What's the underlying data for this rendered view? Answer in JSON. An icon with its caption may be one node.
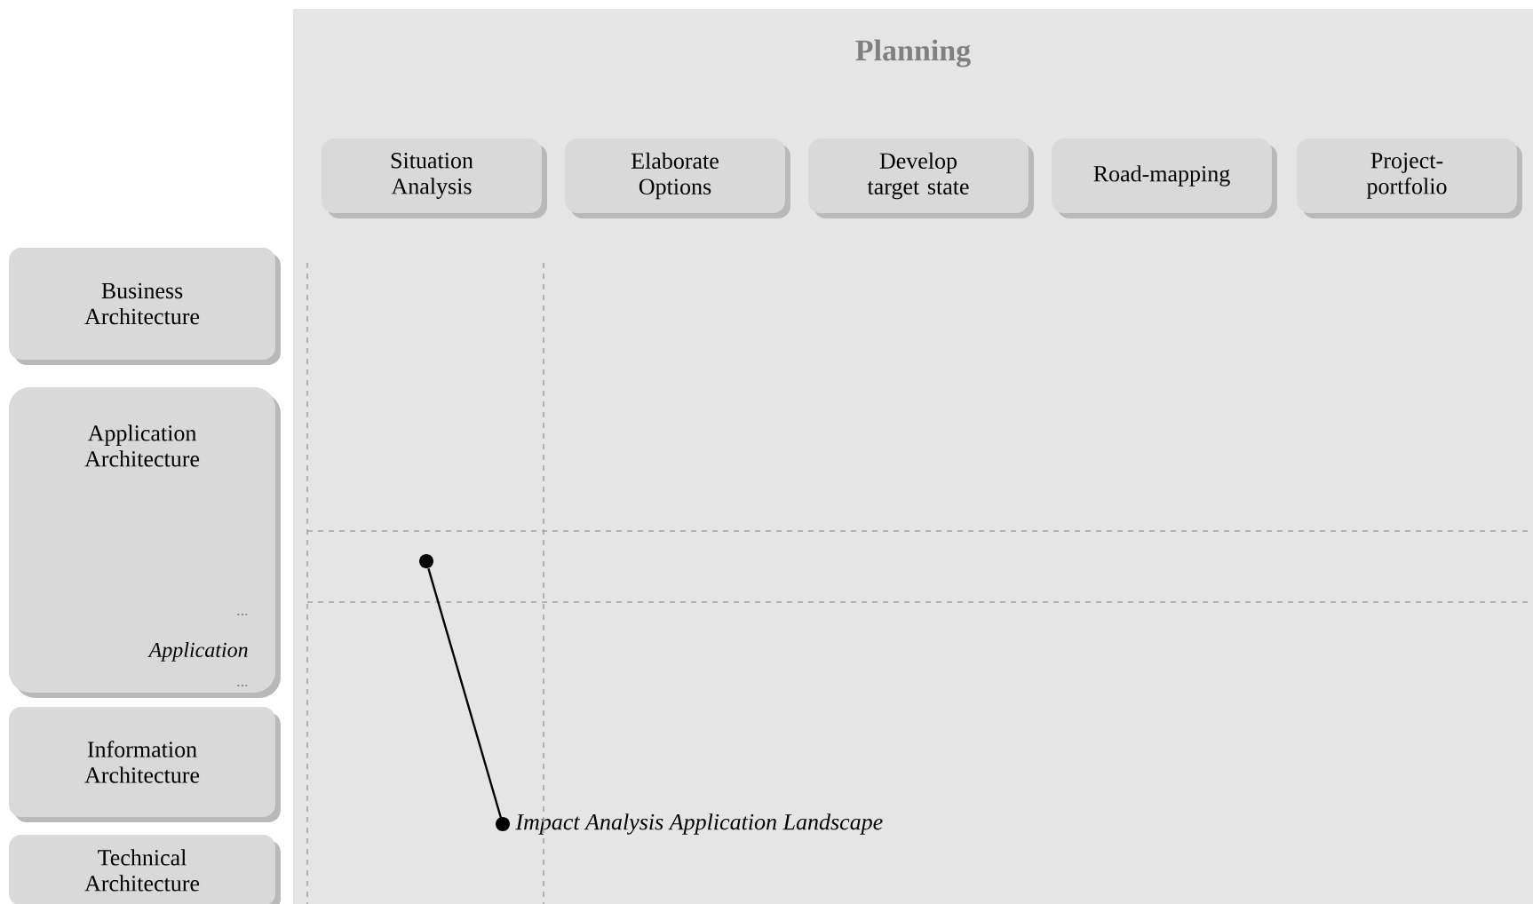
{
  "diagram": {
    "nodes": [
      {
        "text": [
          "Planning"
        ]
      },
      {
        "text": [
          "Situation Analysis"
        ],
        "in": 0
      },
      {
        "text": [
          "Elaborate Options"
        ],
        "in": 0
      },
      {
        "text": [
          "Develop target state"
        ],
        "in": 0
      },
      {
        "text": [
          "Road-mapping"
        ],
        "in": 0
      },
      {
        "text": [
          "Project-portfolio"
        ],
        "in": 0
      },
      {
        "text": [
          "Business Architecture"
        ]
      },
      {
        "text": [
          "Application Architecture",
          "...",
          "Application",
          "..."
        ]
      },
      {
        "text": [
          "Information Architecture"
        ]
      },
      {
        "text": [
          "Technical Architecture"
        ]
      },
      {
        "text": [],
        "shape": "circle",
        "in": 0
      },
      {
        "text": [
          "Impact Analysis Application Landscape"
        ],
        "in": 0
      }
    ],
    "edges": [
      {
        "from": 10,
        "to": 11,
        "arrow": "other"
      }
    ]
  }
}
